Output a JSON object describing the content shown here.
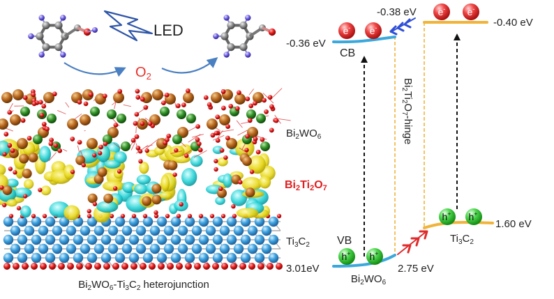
{
  "left_panel": {
    "light_label": "LED",
    "oxidant": "O",
    "oxidant_sub": "2",
    "layer_top_base": "Bi",
    "layer_top_s1": "2",
    "layer_top_mid": "WO",
    "layer_top_s2": "6",
    "layer_mid_base": "Bi",
    "layer_mid_s1": "2",
    "layer_mid_mid": "Ti",
    "layer_mid_s2": "2",
    "layer_mid_end": "O",
    "layer_mid_s3": "7",
    "layer_bottom_base": "Ti",
    "layer_bottom_s1": "3",
    "layer_bottom_mid": "C",
    "layer_bottom_s2": "2",
    "caption_a": "Bi",
    "caption_s1": "2",
    "caption_b": "WO",
    "caption_s2": "6",
    "caption_c": "-Ti",
    "caption_s3": "3",
    "caption_d": "C",
    "caption_s4": "2",
    "caption_e": " heterojunction",
    "colors": {
      "arrow": "#4a7fc1",
      "oxidant": "#e8302a",
      "highlight": "#e02020"
    }
  },
  "right_panel": {
    "cb_bi2wo6": "-0.36 eV",
    "hinge_top": "-0.38 eV",
    "cb_ti3c2": "-0.40 eV",
    "cb_label": "CB",
    "vb_label": "VB",
    "vb_bi2wo6": "3.01eV",
    "hinge_bottom": "2.75 eV",
    "ti3c2_level": "1.60 eV",
    "electron": "e",
    "electron_sup": "-",
    "hole": "h",
    "hole_sup": "+",
    "hinge_a": "Bi",
    "hinge_s1": "2",
    "hinge_b": "Ti",
    "hinge_s2": "2",
    "hinge_c": "O",
    "hinge_s3": "7",
    "hinge_d": "-hinge",
    "mat1_a": "Bi",
    "mat1_s1": "2",
    "mat1_b": "WO",
    "mat1_s2": "6",
    "mat2_a": "Ti",
    "mat2_s1": "3",
    "mat2_b": "C",
    "mat2_s2": "2",
    "colors": {
      "bi2wo6_band": "#3ba8dc",
      "ti3c2_band": "#f0b43a",
      "electron": "#e53030",
      "hole": "#3ec93e",
      "blue_arrow": "#2f4fd8",
      "red_arrow": "#e02a2a"
    }
  }
}
